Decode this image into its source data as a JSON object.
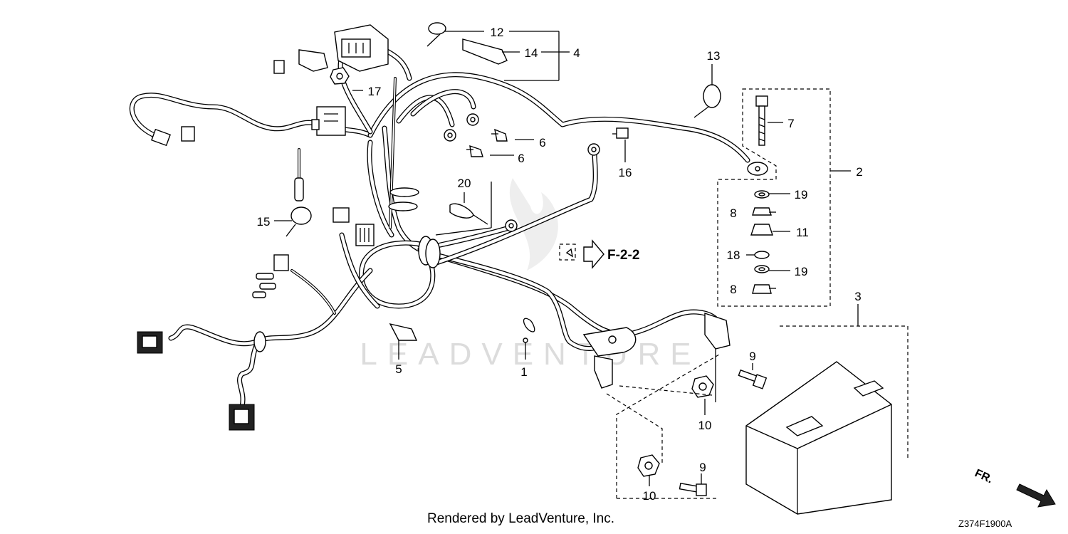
{
  "callouts": [
    "1",
    "2",
    "3",
    "4",
    "5",
    "6",
    "6",
    "7",
    "8",
    "8",
    "9",
    "9",
    "10",
    "10",
    "11",
    "12",
    "13",
    "14",
    "15",
    "16",
    "17",
    "18",
    "19",
    "19",
    "20"
  ],
  "reference": "F-2-2",
  "direction": "FR.",
  "watermark": "LEADVENTURE",
  "footer": "Rendered by LeadVenture, Inc.",
  "diagram_code": "Z374F1900A"
}
